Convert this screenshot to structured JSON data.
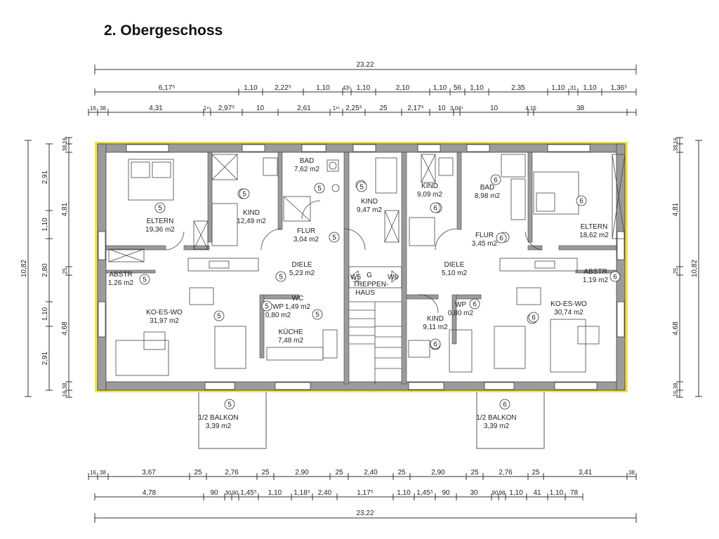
{
  "title": "2. Obergeschoss",
  "colors": {
    "wall": "#9b9b9b",
    "outline": "#444444",
    "insulation": "#f3e24b",
    "line": "#333333"
  },
  "dimensions": {
    "top_total": "23,22",
    "top_row1": [
      "6,17⁵",
      "1,10",
      "2,22⁵",
      "1,10",
      "43⁵",
      "1,10",
      "2,10",
      "1,10",
      "56",
      "1,10",
      "2,35",
      "1,10",
      "31",
      "1,10",
      "1,36⁵"
    ],
    "top_row2": [
      "16",
      "38",
      "4,31",
      "1¹⁵",
      "2,97⁵",
      "10",
      "2,61",
      "1¹⁵",
      "2,25⁵",
      "25",
      "2,17⁵",
      "10",
      "3,04⁵",
      "10",
      "4,15",
      "38"
    ],
    "bottom_row1": [
      "16",
      "38",
      "3,67",
      "25",
      "2,76",
      "25",
      "2,90",
      "25",
      "2,40",
      "25",
      "2,90",
      "25",
      "2,76",
      "25",
      "3,41",
      "38"
    ],
    "bottom_row2": [
      "4,78",
      "90",
      "30",
      "90",
      "1,45⁵",
      "1,10",
      "1,18⁵",
      "2,40",
      "1,17⁵",
      "1,10",
      "1,45⁵",
      "90",
      "30",
      "90",
      "98",
      "1,10",
      "41",
      "1,10",
      "78"
    ],
    "bottom_total": "23,22",
    "left_outer": "10,82",
    "left_a": [
      "2,91",
      "1,10",
      "2,80",
      "1,10",
      "2,91"
    ],
    "left_b": [
      "16",
      "38",
      "4,81",
      "25",
      "4,68",
      "38",
      "16"
    ],
    "right_outer": "10,82",
    "right_b": [
      "16",
      "38",
      "4,81",
      "25",
      "4,68",
      "38",
      "16"
    ]
  },
  "rooms": [
    {
      "name": "ELTERN",
      "area": "19,36 m2",
      "unit": "5"
    },
    {
      "name": "KIND",
      "area": "12,49 m2",
      "unit": "5"
    },
    {
      "name": "BAD",
      "area": "7,62 m2",
      "unit": "5"
    },
    {
      "name": "KIND",
      "area": "9,47 m2",
      "unit": "5"
    },
    {
      "name": "FLUR",
      "area": "3,04 m2",
      "unit": "5"
    },
    {
      "name": "DIELE",
      "area": "5,23 m2",
      "unit": "5"
    },
    {
      "name": "ABSTR",
      "area": "1,26 m2",
      "unit": "5"
    },
    {
      "name": "KO-ES-WO",
      "area": "31,97 m2",
      "unit": "5"
    },
    {
      "name": "WC",
      "area": "1,49 m2",
      "unit": "5"
    },
    {
      "name": "WP",
      "area": "0,80 m2",
      "unit": "5"
    },
    {
      "name": "KÜCHE",
      "area": "7,48 m2",
      "unit": ""
    },
    {
      "name": "1/2 BALKON",
      "area": "3,39 m2",
      "unit": "5"
    },
    {
      "name": "KIND",
      "area": "9,09 m2",
      "unit": "6"
    },
    {
      "name": "BAD",
      "area": "8,98 m2",
      "unit": "6"
    },
    {
      "name": "ELTERN",
      "area": "18,62 m2",
      "unit": "6"
    },
    {
      "name": "FLUR",
      "area": "3,45 m2",
      "unit": "6"
    },
    {
      "name": "DIELE",
      "area": "5,10 m2",
      "unit": ""
    },
    {
      "name": "ABSTR",
      "area": "1,19 m2",
      "unit": "6"
    },
    {
      "name": "KO-ES-WO",
      "area": "30,74 m2",
      "unit": "6"
    },
    {
      "name": "WP",
      "area": "0,80 m2",
      "unit": "6"
    },
    {
      "name": "KIND",
      "area": "9,11 m2",
      "unit": "6"
    },
    {
      "name": "1/2 BALKON",
      "area": "3,39 m2",
      "unit": "6"
    }
  ],
  "stair": {
    "line1": "TREPPEN-",
    "line2": "HAUS",
    "marker": "G",
    "left_label": "W5",
    "right_label": "W6"
  },
  "extra_unit_markers": [
    "5",
    "5",
    "6",
    "6",
    "6",
    "6"
  ]
}
